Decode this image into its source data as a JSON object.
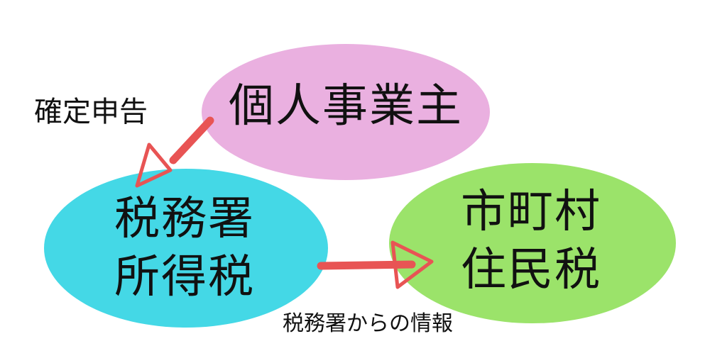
{
  "nodes": {
    "owner": {
      "label": "個人事業主",
      "color": "#eab0e0"
    },
    "tax_office": {
      "lines": [
        "税務署",
        "所得税"
      ],
      "color": "#44d8e6"
    },
    "municipality": {
      "lines": [
        "市町村",
        "住民税"
      ],
      "color": "#9be36a"
    }
  },
  "edges": {
    "filing": {
      "label": "確定申告"
    },
    "information": {
      "label": "税務署からの情報"
    }
  },
  "arrow_color": "#e85454"
}
